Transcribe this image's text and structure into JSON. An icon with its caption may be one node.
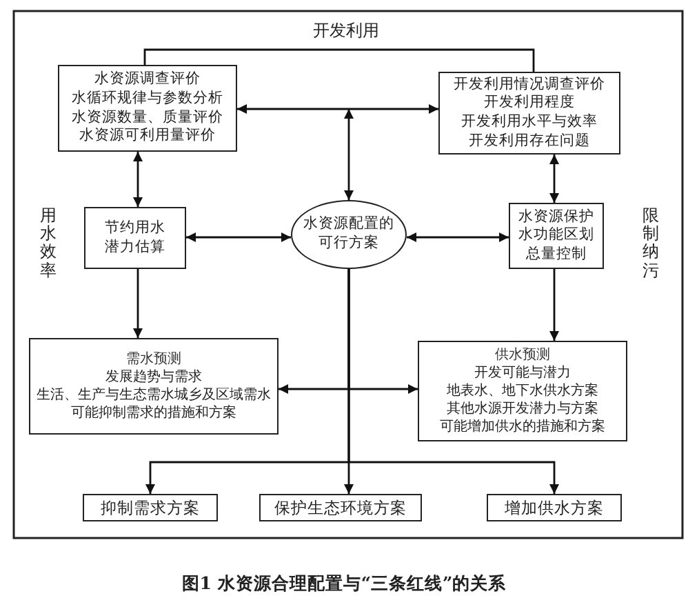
{
  "diagram": {
    "caption": "图1 水资源合理配置与“三条红线”的关系",
    "nodes": [
      {
        "text": [
          "水资源调查评价",
          "水循环规律与参数分析",
          "水资源数量、质量评价",
          "水资源可利用量评价"
        ]
      },
      {
        "text": [
          "开发利用情况调查评价",
          "开发利用程度",
          "开发利用水平与效率",
          "开发利用存在问题"
        ]
      },
      {
        "text": [
          "节约用水",
          "潜力估算"
        ]
      },
      {
        "text": [
          "水资源配置的",
          "可行方案"
        ]
      },
      {
        "text": [
          "水资源保护",
          "水功能区划",
          "总量控制"
        ]
      },
      {
        "text": [
          "需水预测",
          "发展趋势与需求",
          "生活、生产与生态需水城乡及区域需水",
          "可能抑制需求的措施和方案"
        ]
      },
      {
        "text": [
          "供水预测",
          "开发可能与潜力",
          "地表水、地下水供水方案",
          "其他水源开发潜力与方案",
          "可能增加供水的措施和方案"
        ]
      },
      {
        "text": [
          "抑制需求方案"
        ]
      },
      {
        "text": [
          "保护生态环境方案"
        ]
      },
      {
        "text": [
          "增加供水方案"
        ]
      }
    ],
    "edges": [
      {
        "from": 0,
        "to": 1,
        "arrow": "none"
      },
      {
        "from": 1,
        "to": 0,
        "arrow": "both"
      },
      {
        "from": null,
        "to": 3,
        "arrow": "both"
      },
      {
        "from": 0,
        "to": 2,
        "arrow": "both"
      },
      {
        "from": 2,
        "to": 3,
        "arrow": "both"
      },
      {
        "from": 3,
        "to": 4,
        "arrow": "both"
      },
      {
        "from": 1,
        "to": 4,
        "arrow": "both"
      },
      {
        "from": 2,
        "to": 5,
        "arrow": "to"
      },
      {
        "from": 4,
        "to": 6,
        "arrow": "to"
      },
      {
        "from": 3,
        "to": 5,
        "arrow": "to"
      },
      {
        "from": 3,
        "to": 6,
        "arrow": "to"
      },
      {
        "from": 3,
        "to": 7,
        "arrow": "to"
      },
      {
        "from": 3,
        "to": 8,
        "arrow": "to"
      },
      {
        "from": 3,
        "to": 9,
        "arrow": "to"
      }
    ],
    "labels": [
      "开发利用",
      "用水效率",
      "限制纳污"
    ]
  }
}
